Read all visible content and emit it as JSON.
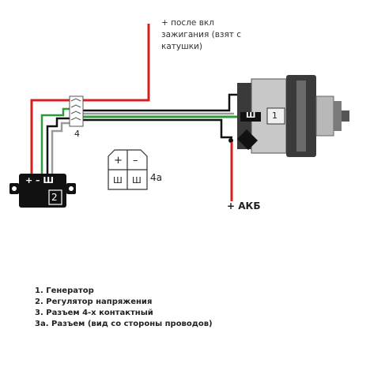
{
  "ignition_note": {
    "line1": "+ после вкл",
    "line2": "зажигания (взят с",
    "line3": "катушки)"
  },
  "labels": {
    "generator_number": "1",
    "regulator_number": "2",
    "connector_number": "4",
    "connector_view_number": "4а",
    "battery": "+ АКБ",
    "sh_terminal": "Ш",
    "regulator_terminals": "+ – Ш",
    "plus": "+",
    "minus": "–",
    "sh": "Ш"
  },
  "legend": [
    "1. Генератор",
    "2. Регулятор напряжения",
    "3. Разъем 4-х контактный",
    "3а. Разъем (вид со стороны проводов)"
  ],
  "colors": {
    "red_wire": "#d42020",
    "green_wire": "#2f9a3a",
    "black_wire": "#111111",
    "grey_wire": "#9a9a9a"
  }
}
